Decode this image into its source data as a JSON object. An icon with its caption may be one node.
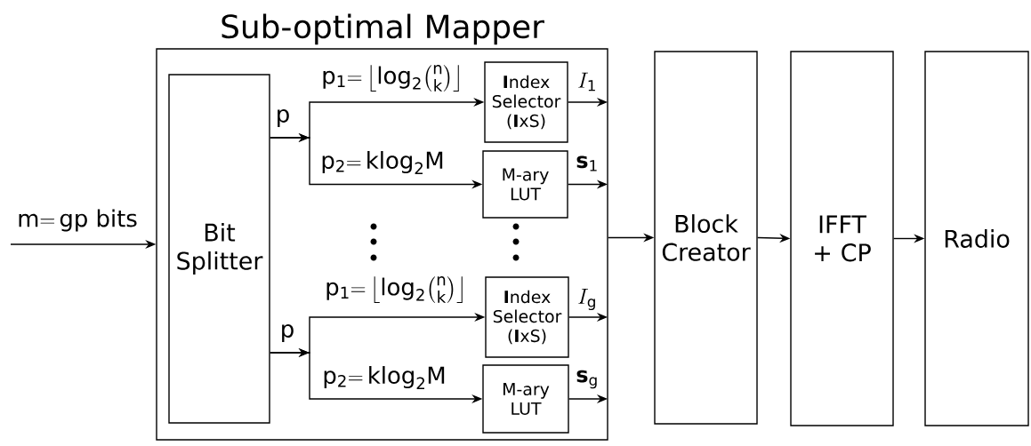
{
  "diagram": {
    "nodes": [
      {
        "text": [
          "Sub-optimal Mapper"
        ]
      },
      {
        "text": [
          "Bit Splitter"
        ],
        "in": 0
      },
      {
        "text": [
          "**I**ndex Selector (**I**xS)"
        ],
        "in": 0
      },
      {
        "text": [
          "M-ary LUT"
        ],
        "in": 0
      },
      {
        "text": [
          "**I**ndex Selector (**I**xS)"
        ],
        "in": 0
      },
      {
        "text": [
          "M-ary LUT"
        ],
        "in": 0
      },
      {
        "text": [
          "Block Creator"
        ]
      },
      {
        "text": [
          "IFFT + CP"
        ]
      },
      {
        "text": [
          "Radio"
        ]
      }
    ],
    "edges": [
      {
        "from": 1,
        "to": 2,
        "arrow": "to",
        "label": "\\mathsf{p}_{\\mathsf{1}}{=}\\left\\lfloor\\mathsf{log}_{\\mathsf{2}}\\binom{\\mathsf{n}}{\\mathsf{k}}\\right\\rfloor"
      },
      {
        "from": 1,
        "to": 3,
        "arrow": "to",
        "label": "\\mathsf{p}_{\\mathsf{2}}{=}\\,\\mathsf{klog}_{\\mathsf{2}}\\mathsf{M}"
      },
      {
        "from": 1,
        "to": 4,
        "arrow": "to",
        "label": "\\mathsf{p}_{\\mathsf{1}}{=}\\left\\lfloor\\mathsf{log}_{\\mathsf{2}}\\binom{\\mathsf{n}}{\\mathsf{k}}\\right\\rfloor"
      },
      {
        "from": 1,
        "to": 5,
        "arrow": "to",
        "label": "\\mathsf{p}_{\\mathsf{2}}{=}\\,\\mathsf{klog}_{\\mathsf{2}}\\mathsf{M}"
      },
      {
        "from": 2,
        "to": null,
        "arrow": "to",
        "label": "I_{\\mathsf{1}}"
      },
      {
        "from": 3,
        "to": null,
        "arrow": "to",
        "label": "\\mathbf{s}_{\\mathsf{1}}"
      },
      {
        "from": 4,
        "to": null,
        "arrow": "to",
        "label": "I_{\\mathsf{g}}"
      },
      {
        "from": 5,
        "to": null,
        "arrow": "to",
        "label": "\\mathbf{s}_{\\mathsf{g}}"
      },
      {
        "from": null,
        "to": 0,
        "arrow": "to",
        "label": "\\mathsf{m}{=}\\,\\mathsf{gp\\ bits}"
      },
      {
        "from": 0,
        "to": 6,
        "arrow": "to"
      },
      {
        "from": 6,
        "to": 7,
        "arrow": "to"
      },
      {
        "from": 7,
        "to": 8,
        "arrow": "to"
      }
    ],
    "labels": [
      "p",
      "p"
    ]
  }
}
